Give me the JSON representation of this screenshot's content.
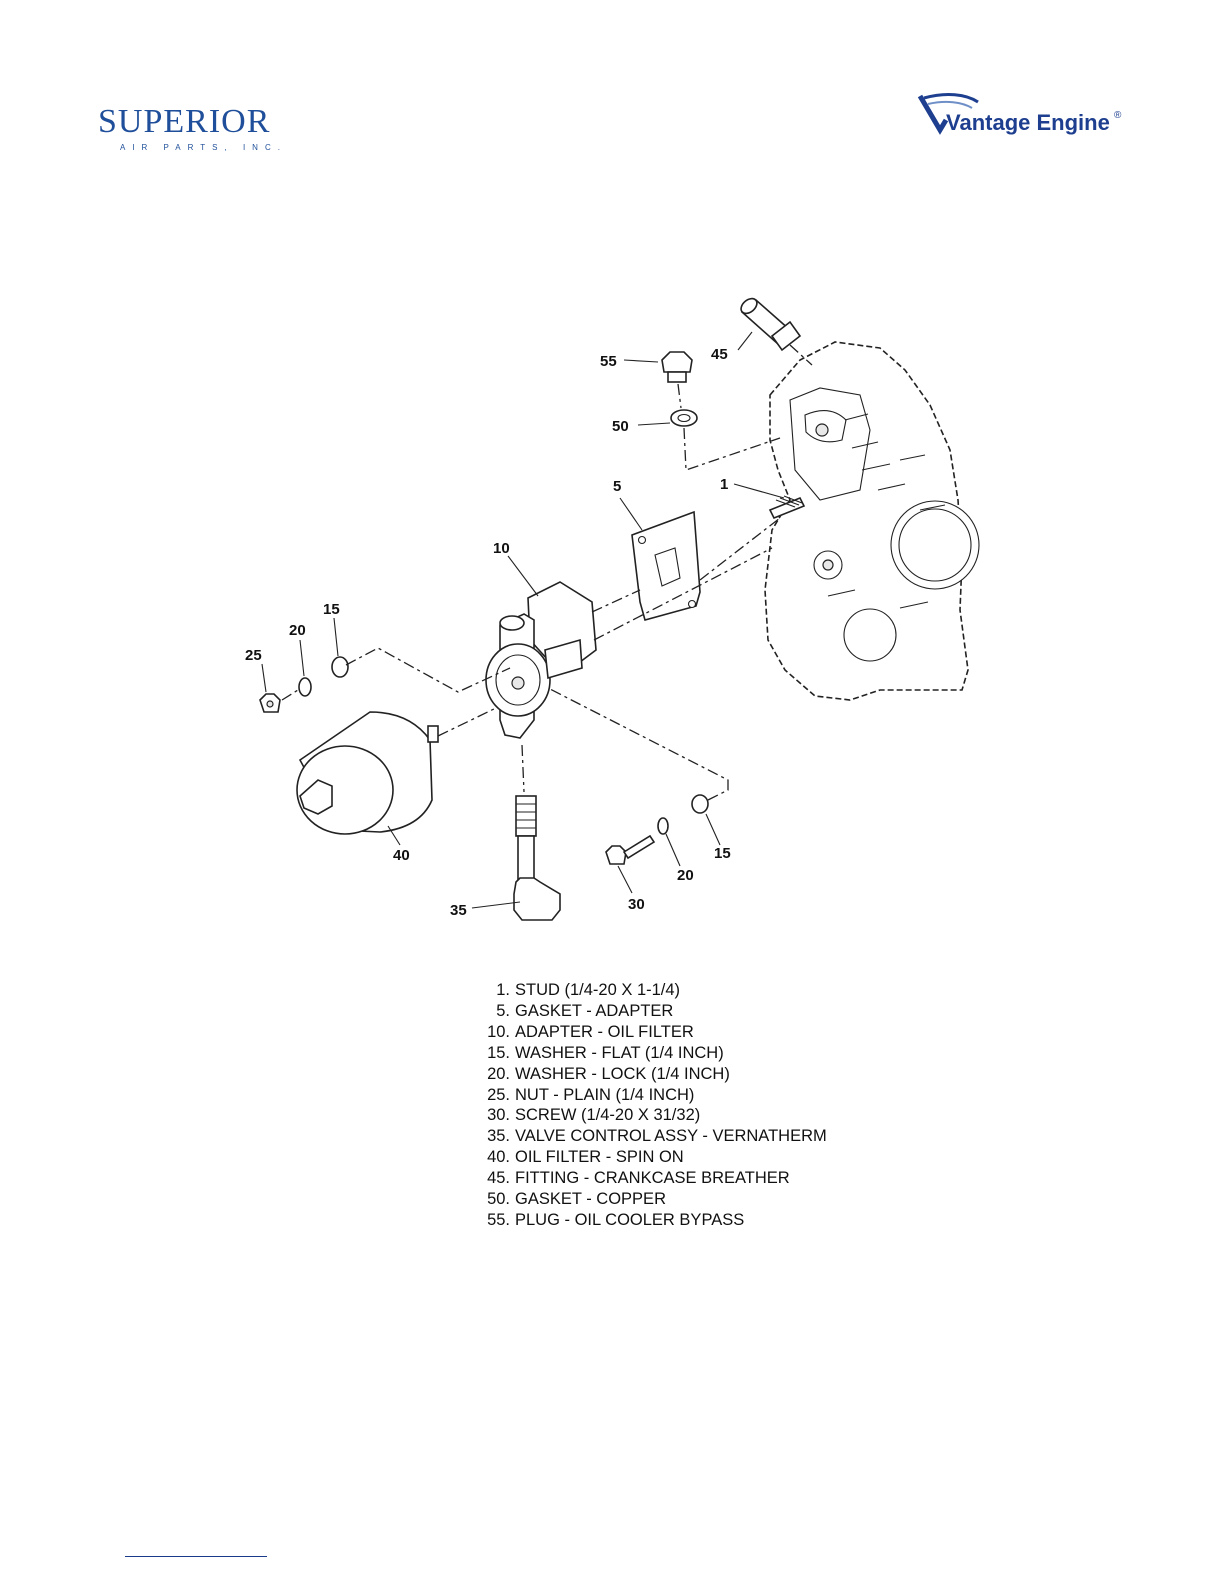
{
  "header": {
    "left_logo": {
      "name": "SUPERIOR",
      "sub": "AIR PARTS, INC.",
      "color": "#1f4f9a"
    },
    "right_logo": {
      "name": "Vantage Engine",
      "reg": "®",
      "color": "#1e3f8f"
    }
  },
  "callouts": [
    {
      "id": "c1",
      "label": "1"
    },
    {
      "id": "c5",
      "label": "5"
    },
    {
      "id": "c10",
      "label": "10"
    },
    {
      "id": "c15a",
      "label": "15"
    },
    {
      "id": "c20a",
      "label": "20"
    },
    {
      "id": "c25",
      "label": "25"
    },
    {
      "id": "c35",
      "label": "35"
    },
    {
      "id": "c40",
      "label": "40"
    },
    {
      "id": "c45",
      "label": "45"
    },
    {
      "id": "c50",
      "label": "50"
    },
    {
      "id": "c55",
      "label": "55"
    },
    {
      "id": "c30",
      "label": "30"
    },
    {
      "id": "c20b",
      "label": "20"
    },
    {
      "id": "c15b",
      "label": "15"
    }
  ],
  "legend": [
    {
      "num": "1.",
      "desc": "STUD (1/4-20 X 1-1/4)"
    },
    {
      "num": "5.",
      "desc": "GASKET - ADAPTER"
    },
    {
      "num": "10.",
      "desc": "ADAPTER - OIL FILTER"
    },
    {
      "num": "15.",
      "desc": "WASHER - FLAT (1/4 INCH)"
    },
    {
      "num": "20.",
      "desc": "WASHER - LOCK (1/4 INCH)"
    },
    {
      "num": "25.",
      "desc": "NUT - PLAIN (1/4 INCH)"
    },
    {
      "num": "30.",
      "desc": "SCREW (1/4-20 X 31/32)"
    },
    {
      "num": "35.",
      "desc": "VALVE CONTROL ASSY - VERNATHERM"
    },
    {
      "num": "40.",
      "desc": "OIL FILTER - SPIN ON"
    },
    {
      "num": "45.",
      "desc": "FITTING - CRANKCASE BREATHER"
    },
    {
      "num": "50.",
      "desc": "GASKET - COPPER"
    },
    {
      "num": "55.",
      "desc": "PLUG - OIL COOLER BYPASS"
    }
  ]
}
